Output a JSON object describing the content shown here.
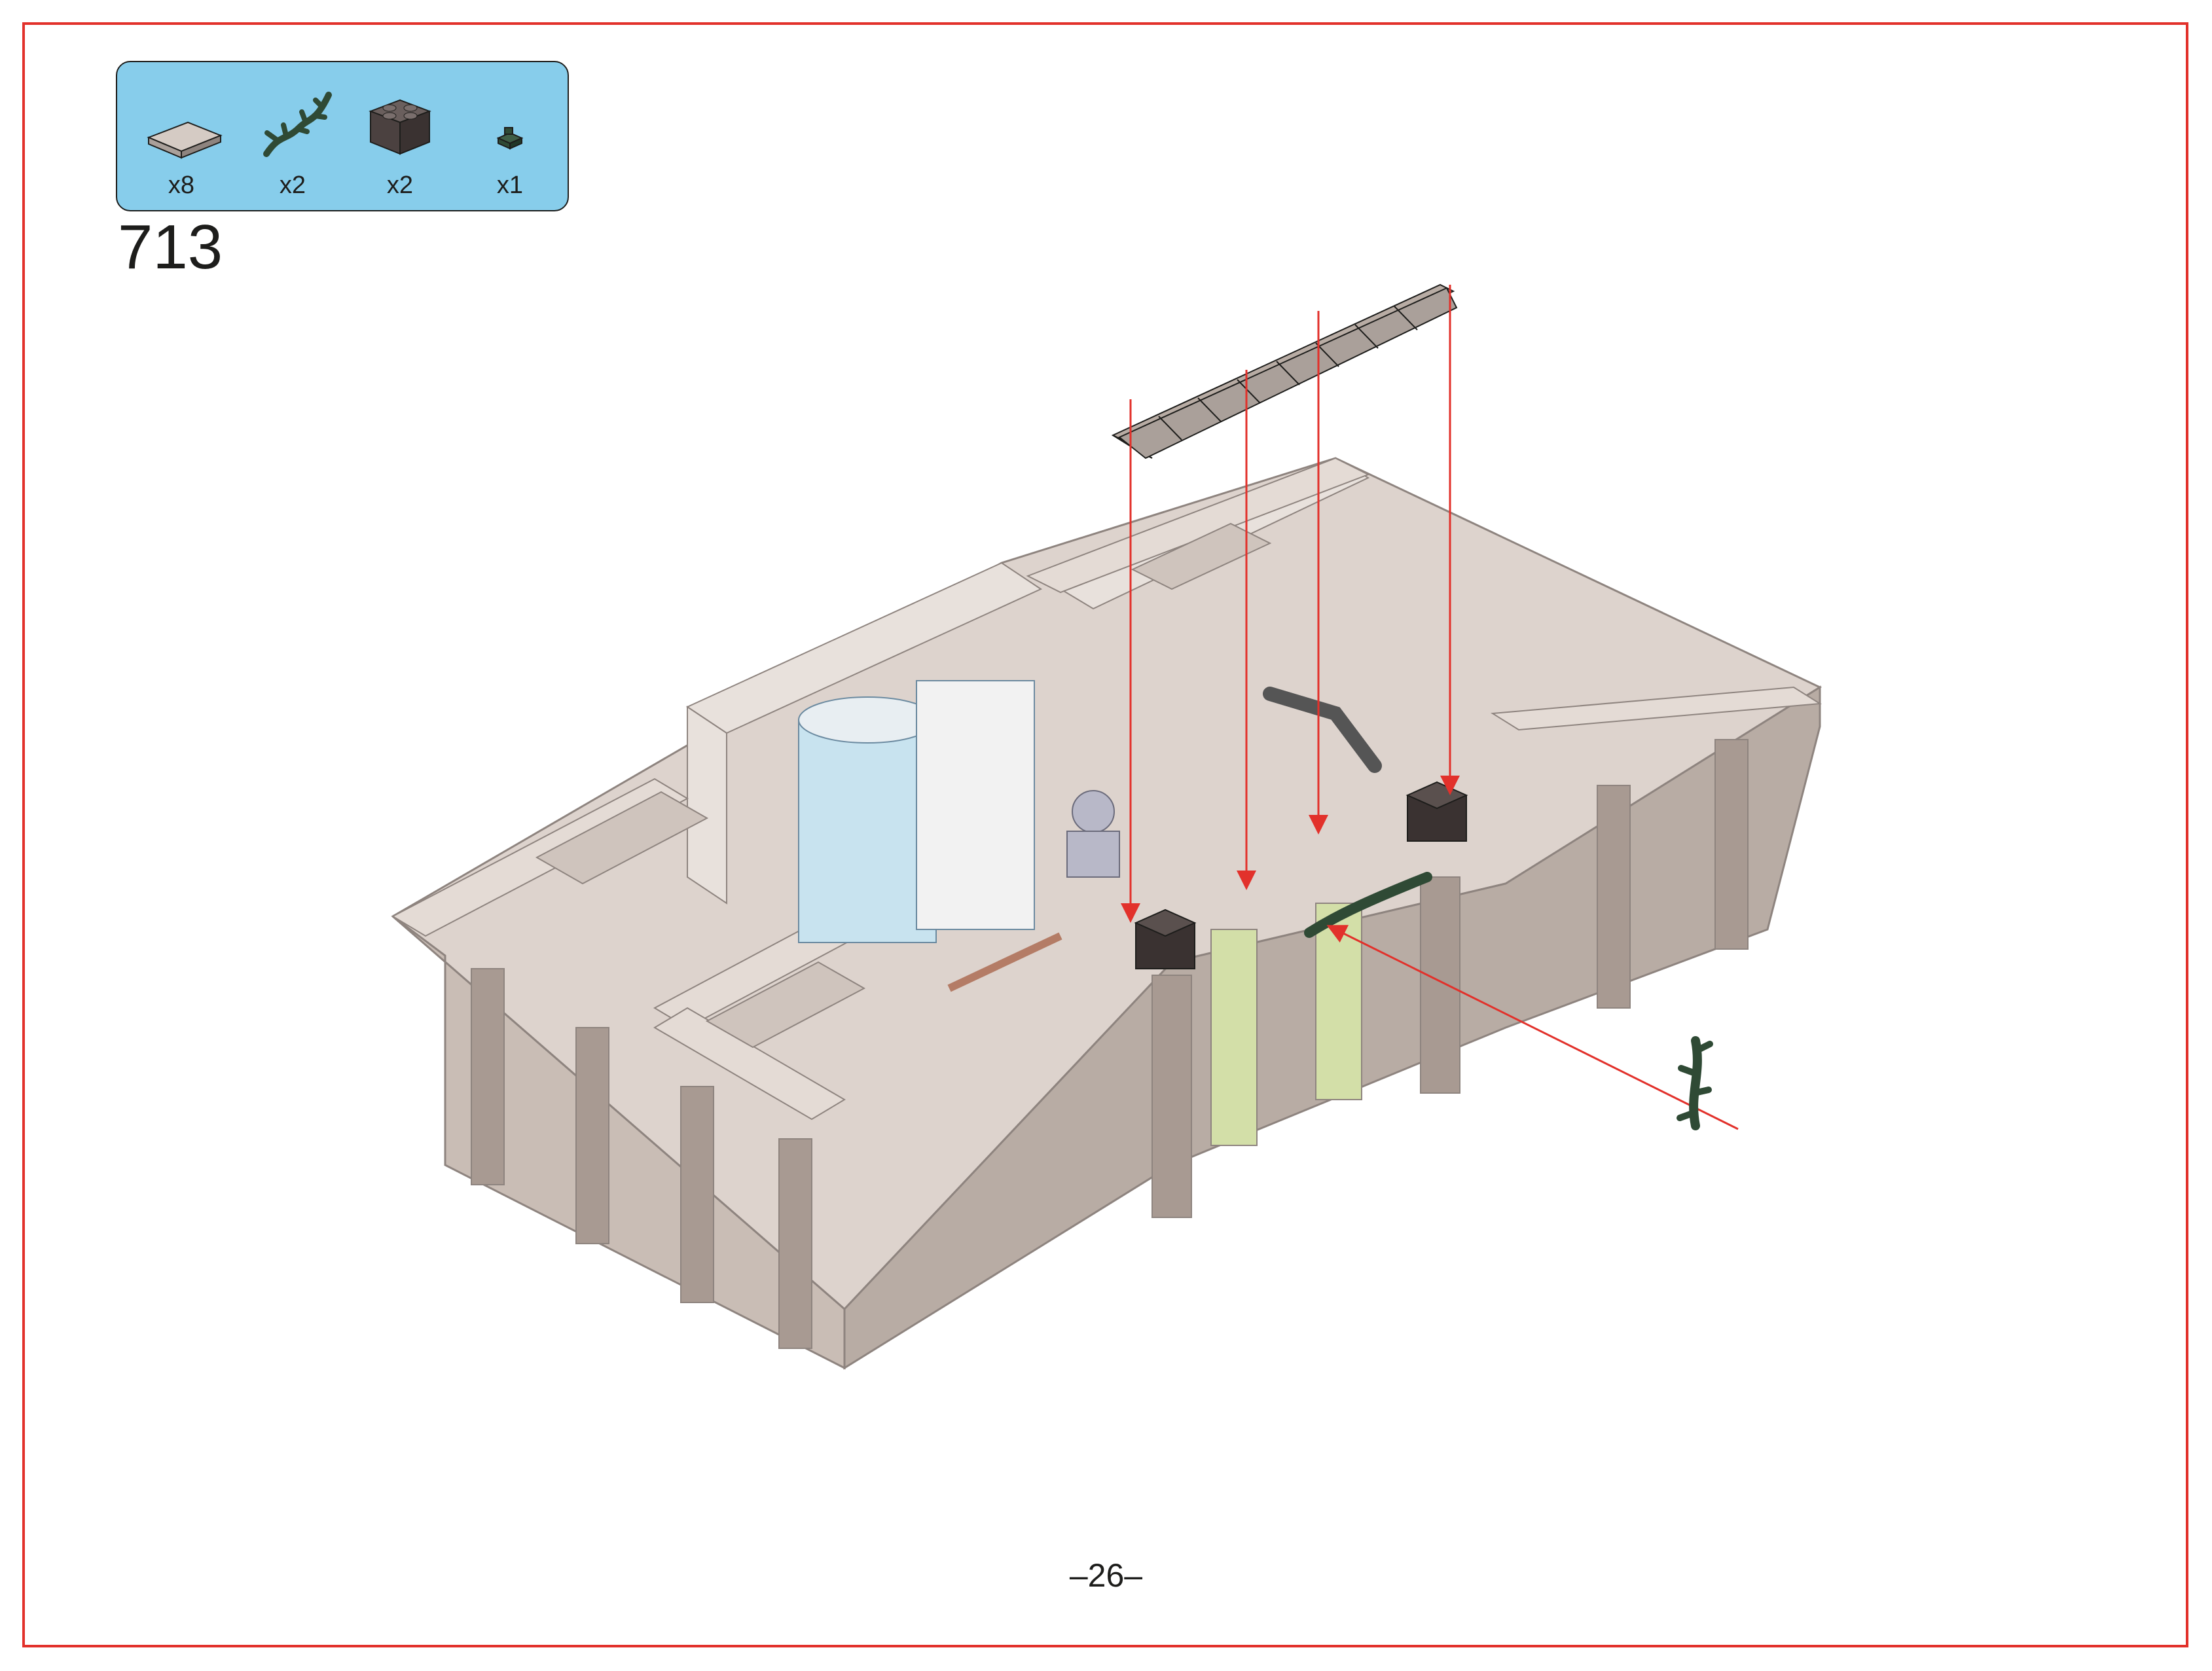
{
  "step_number": "713",
  "page_number": "–26–",
  "parts": [
    {
      "name": "tile-2x2-light-gray",
      "qty": "x8",
      "color": "#c9bdb5"
    },
    {
      "name": "dark-green-vine",
      "qty": "x2",
      "color": "#2f4a35"
    },
    {
      "name": "dark-brown-round-brick",
      "qty": "x2",
      "color": "#4b4140"
    },
    {
      "name": "dark-green-plate",
      "qty": "x1",
      "color": "#2f4a35"
    }
  ],
  "colors": {
    "frame": "#e2312b",
    "parts_panel": "#87cdeb",
    "arrow": "#e2312b",
    "stone": "#ddd3cd",
    "stone_dark": "#a89a92",
    "tile": "#8e847f"
  }
}
